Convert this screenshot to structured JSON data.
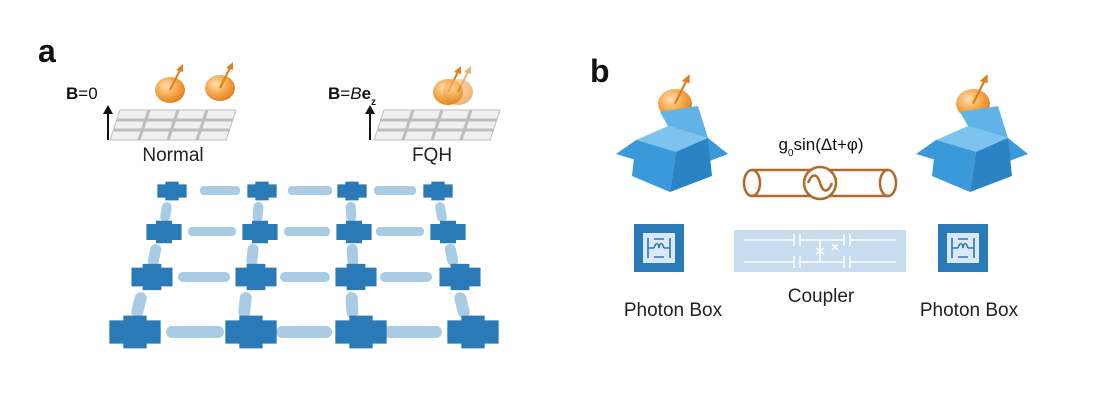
{
  "panel_a": {
    "label": "a",
    "normal": {
      "field_bold": "B",
      "field_rest": "=0",
      "caption": "Normal"
    },
    "fqh": {
      "field_bold": "B",
      "field_eq": "=",
      "field_italic": "B",
      "field_vec": "e",
      "field_sub": "z",
      "caption": "FQH"
    }
  },
  "panel_b": {
    "label": "b",
    "coupling": {
      "g": "g",
      "g_sub": "0",
      "rest": "sin(Δt+φ)"
    },
    "left_caption": "Photon Box",
    "center_caption": "Coupler",
    "right_caption": "Photon Box"
  },
  "colors": {
    "qubit_blue": "#2a7ab8",
    "coupler_light_blue": "#a9cbe4",
    "box_blue": "#3a9ad9",
    "spin_orange": "#f4a64a",
    "resonator_brown": "#b06a2a",
    "sheet_gray": "#bdbdbd"
  },
  "icons": [
    "spin-particle-icon",
    "open-box-icon",
    "resonator-chip-icon",
    "coupler-chip-icon",
    "coaxial-resonator-icon",
    "lattice-sheet-icon"
  ]
}
